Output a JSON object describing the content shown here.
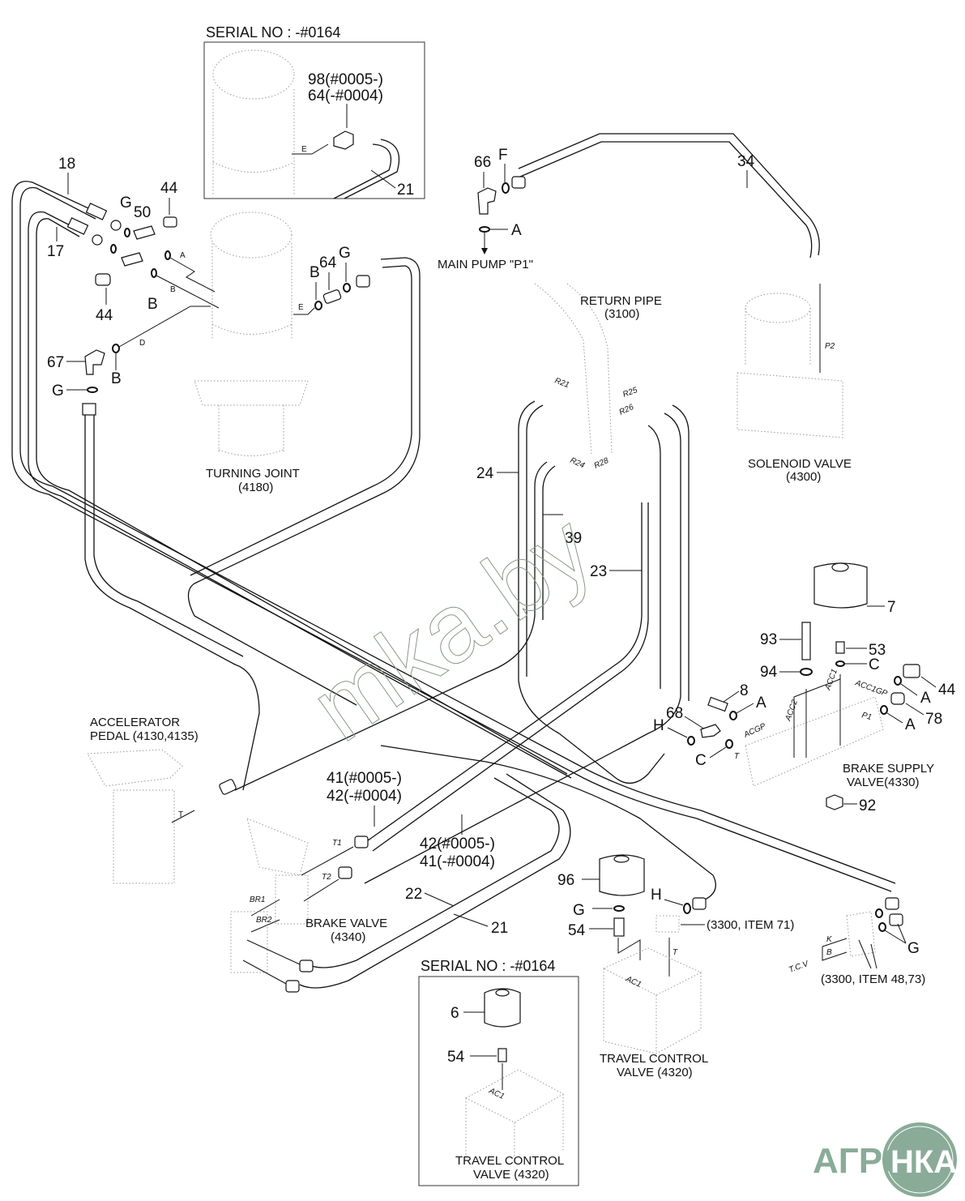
{
  "diagram": {
    "type": "hydraulic parts diagram",
    "watermark": "mka.by",
    "logo": {
      "left": "АГРО",
      "right": "НКА",
      "color": "#8aab98"
    },
    "insets": [
      {
        "title": "SERIAL NO : -#0164",
        "callouts": [
          {
            "label": "98(#0005-)"
          },
          {
            "label": "64(-#0004)"
          },
          {
            "label": "21"
          },
          {
            "label": "E"
          }
        ]
      },
      {
        "title": "SERIAL NO : -#0164",
        "callouts": [
          {
            "label": "6"
          },
          {
            "label": "54"
          },
          {
            "label": "AC1"
          }
        ],
        "component": {
          "line1": "TRAVEL CONTROL",
          "line2": "VALVE (4320)"
        }
      }
    ],
    "components": [
      {
        "name": "turning-joint",
        "line1": "TURNING JOINT",
        "line2": "(4180)"
      },
      {
        "name": "return-pipe",
        "line1": "RETURN PIPE",
        "line2": "(3100)"
      },
      {
        "name": "main-pump",
        "line1": "MAIN PUMP \"P1\""
      },
      {
        "name": "solenoid-valve",
        "line1": "SOLENOID VALVE",
        "line2": "(4300)"
      },
      {
        "name": "accelerator-pedal",
        "line1": "ACCELERATOR",
        "line2": "PEDAL (4130,4135)"
      },
      {
        "name": "brake-valve",
        "line1": "BRAKE VALVE",
        "line2": "(4340)"
      },
      {
        "name": "brake-supply-valve",
        "line1": "BRAKE SUPPLY",
        "line2": "VALVE(4330)"
      },
      {
        "name": "travel-control-valve",
        "line1": "TRAVEL CONTROL",
        "line2": "VALVE (4320)"
      },
      {
        "name": "ref-3300-71",
        "line1": "(3300, ITEM 71)"
      },
      {
        "name": "ref-3300-48-73",
        "line1": "(3300, ITEM 48,73)"
      }
    ],
    "callouts": {
      "c18": "18",
      "c17": "17",
      "cG1": "G",
      "c50": "50",
      "c44a": "44",
      "c44b": "44",
      "cB1": "B",
      "c67": "67",
      "cB2": "B",
      "cG2": "G",
      "cB3": "B",
      "c64": "64",
      "cG3": "G",
      "c66": "66",
      "cF": "F",
      "cA1": "A",
      "c34": "34",
      "c24": "24",
      "c39": "39",
      "c23": "23",
      "c7": "7",
      "c93": "93",
      "c53": "53",
      "c94": "94",
      "cC1": "C",
      "c44c": "44",
      "cA2": "A",
      "c78": "78",
      "cA3": "A",
      "c8": "8",
      "cA4": "A",
      "c68": "68",
      "cH1": "H",
      "cC2": "C",
      "c92": "92",
      "c41a": "41(#0005-)",
      "c42a": "42(-#0004)",
      "c42b": "42(#0005-)",
      "c41b": "41(-#0004)",
      "c22": "22",
      "c21": "21",
      "c96": "96",
      "cG4": "G",
      "c54": "54",
      "cH2": "H",
      "cG5": "G"
    },
    "ports": {
      "A": "A",
      "B": "B",
      "D": "D",
      "E": "E",
      "T": "T",
      "T1": "T1",
      "T2": "T2",
      "BR1": "BR1",
      "BR2": "BR2",
      "R21": "R21",
      "R24": "R24",
      "R25": "R25",
      "R26": "R26",
      "R28": "R28",
      "P2": "P2",
      "P1": "P1",
      "ACC1": "ACC1",
      "ACC2": "ACC2",
      "ACC1GP": "ACC1GP",
      "ACGP": "ACGP",
      "T_small": "T",
      "AC1": "AC1",
      "TCV": "T.C.V",
      "K": "K",
      "Bport": "B"
    }
  }
}
